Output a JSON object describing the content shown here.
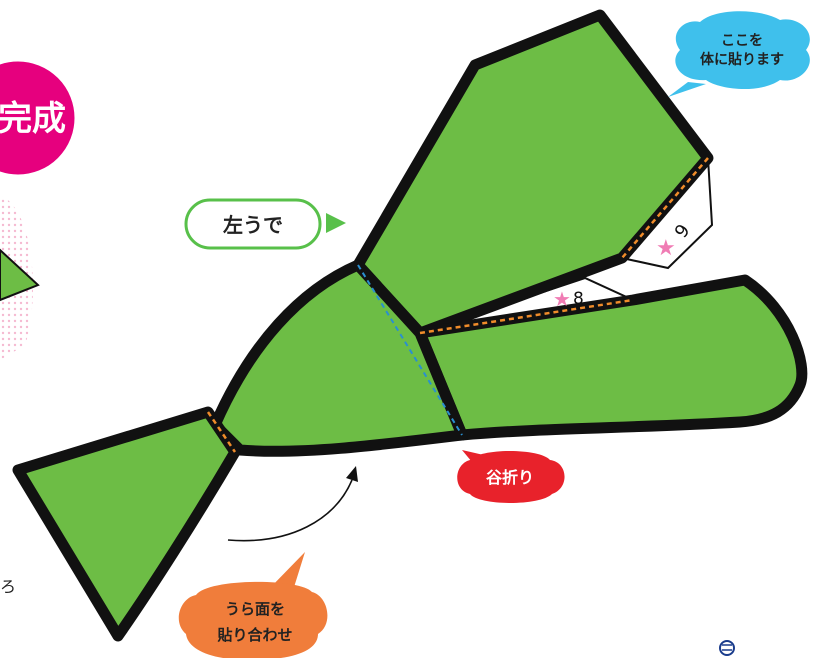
{
  "badge": {
    "text": "完成",
    "color": "#e6007e"
  },
  "side_text": "ろ",
  "labels": {
    "left_arm": "左うで",
    "paste_here_line1": "ここを",
    "paste_here_line2": "体に貼ります",
    "valley_fold": "谷折り",
    "back_paste_line1": "うら面を",
    "back_paste_line2": "貼り合わせ"
  },
  "flap_numbers": {
    "flap9": "9",
    "flap8": "8"
  },
  "colors": {
    "part_fill": "#6dbd45",
    "outline": "#111111",
    "speech_cyan": "#3fc0ec",
    "speech_red": "#e8222b",
    "speech_orange": "#f07d3b",
    "arrow_green": "#58c04a",
    "star_pink": "#f07cb4",
    "fold_blue": "#2a8fd0",
    "glue_orange": "#f08c2a"
  },
  "icons": [
    "star-icon",
    "arrow-right-icon",
    "curved-arrow-icon",
    "bicycle-helmet-icon"
  ]
}
